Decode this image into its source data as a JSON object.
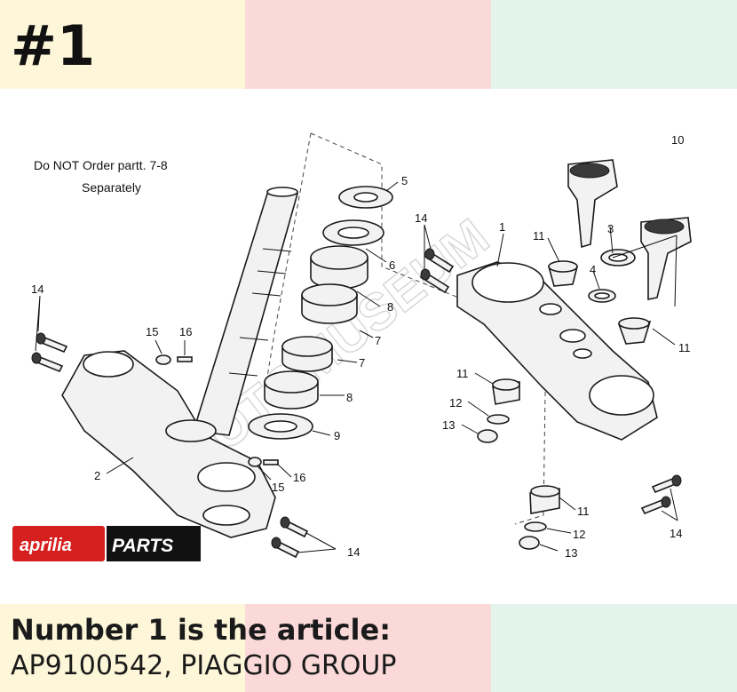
{
  "header": {
    "part_number": "#1",
    "band_colors": [
      "#fdf6d8",
      "#fbd9d9",
      "#e3f4ec"
    ]
  },
  "diagram": {
    "note_line1": "Do NOT Order partt. 7-8",
    "note_line2": "Separately",
    "callouts": [
      "1",
      "2",
      "3",
      "4",
      "5",
      "6",
      "7",
      "7",
      "8",
      "8",
      "9",
      "10",
      "11",
      "11",
      "11",
      "11",
      "12",
      "12",
      "13",
      "13",
      "14",
      "14",
      "14",
      "14",
      "15",
      "15",
      "16",
      "16"
    ],
    "logo_brand": "aprilia",
    "logo_parts": "PARTS",
    "watermark": "MOTOMUSEUM"
  },
  "footer": {
    "title": "Number 1 is the article:",
    "article": "AP9100542, PIAGGIO GROUP"
  }
}
